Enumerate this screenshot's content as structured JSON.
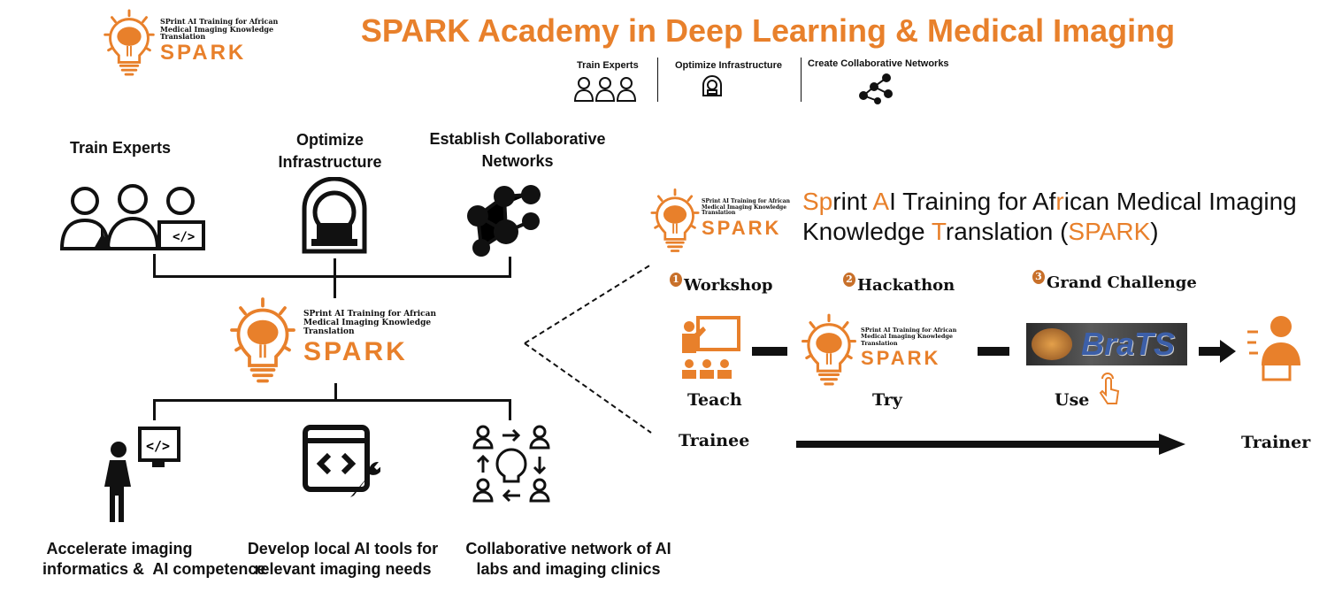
{
  "title": "SPARK Academy in Deep Learning & Medical Imaging",
  "logo": {
    "text_lines": [
      "SPrint AI Training for African",
      "Medical Imaging Knowledge",
      "Translation"
    ],
    "wordmark": "SPARK"
  },
  "header_pillars": [
    "Train Experts",
    "Optimize Infrastructure",
    "Create Collaborative Networks"
  ],
  "left": {
    "goals": [
      {
        "label": "Train Experts",
        "icon": "experts-icon"
      },
      {
        "label": "Optimize Infrastructure",
        "icon": "mri-scanner-icon"
      },
      {
        "label": "Establish Collaborative Networks",
        "icon": "network-icon"
      }
    ],
    "outcomes": [
      {
        "label_1": "Accelerate imaging",
        "label_2": "informatics &  AI competence",
        "icon": "teacher-computer-icon"
      },
      {
        "label_1": "Develop local AI tools for",
        "label_2": "relevant imaging needs",
        "icon": "code-wrench-icon"
      },
      {
        "label_1": "Collaborative network of AI",
        "label_2": "labs and imaging clinics",
        "icon": "collaboration-cycle-icon"
      }
    ]
  },
  "right": {
    "title_line1": [
      "Sp",
      "rint ",
      "A",
      "I Training for Af",
      "r",
      "ican Medical Imaging"
    ],
    "title_line2": [
      "Knowledge ",
      "T",
      "ranslation (",
      "SPARK",
      ")"
    ],
    "steps": [
      {
        "num": "1",
        "label": "Workshop",
        "action": "Teach"
      },
      {
        "num": "2",
        "label": "Hackathon",
        "action": "Try"
      },
      {
        "num": "3",
        "label": "Grand Challenge",
        "action": "Use"
      }
    ],
    "brats_label": "BraTS",
    "trainee": "Trainee",
    "trainer": "Trainer"
  },
  "colors": {
    "accent": "#e8802b",
    "ink": "#111111"
  }
}
